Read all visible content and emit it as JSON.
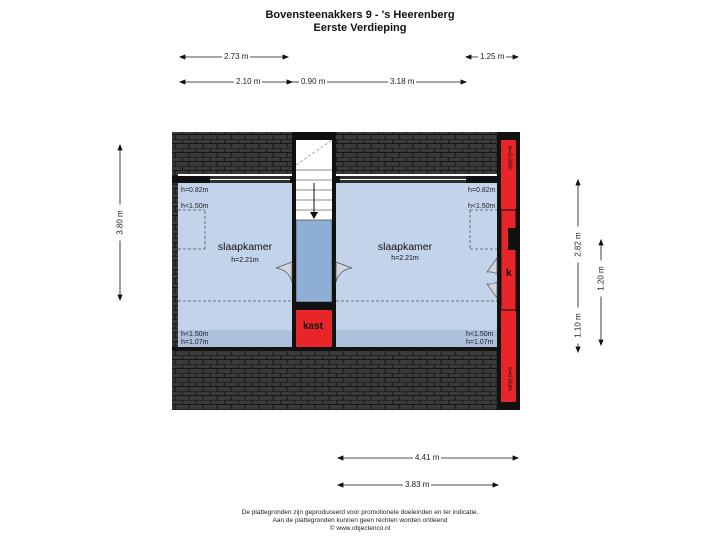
{
  "header": {
    "title": "Bovensteenakkers 9 - 's Heerenberg",
    "subtitle": "Eerste Verdieping"
  },
  "dimensions": {
    "top_overall_left": "2.73 m",
    "top_overall_right": "1.25 m",
    "top_seg_1": "2.10 m",
    "top_seg_2": "0.90 m",
    "top_seg_3": "3.18 m",
    "left_height": "3.80 m",
    "right_height_total": "2.82 m",
    "right_height_seg": "1.20 m",
    "right_height_low": "1.10 m",
    "bottom_1": "4.41 m",
    "bottom_2": "3.83 m"
  },
  "rooms": {
    "left": {
      "name": "slaapkamer",
      "height": "h=2.21m",
      "h_top_1": "h=0.82m",
      "h_top_2": "h<1.50m",
      "h_bot_1": "h<1.50m",
      "h_bot_2": "h=1.07m"
    },
    "right": {
      "name": "slaapkamer",
      "height": "h=2.21m",
      "h_top_1": "h=0.82m",
      "h_top_2": "h<1.50m",
      "h_bot_1": "h<1.50m",
      "h_bot_2": "h=1.07m"
    },
    "closet": {
      "name": "kast"
    },
    "small_closet": {
      "name": "k"
    },
    "red_strip_top": "h=0.00m",
    "red_strip_bottom": "h=0.00m"
  },
  "footer": {
    "line1": "De plattegronden zijn geproduceerd voor promotionele doeleinden en ter indicatie.",
    "line2": "Aan de plattegronden kunnen geen rechten worden ontleend",
    "line3": "© www.objectenco.nl"
  },
  "colors": {
    "room_fill": "#c2d3ea",
    "stair_fill": "#8eaed6",
    "roof": "#333333",
    "wall": "#111111",
    "red": "#e8262a"
  }
}
